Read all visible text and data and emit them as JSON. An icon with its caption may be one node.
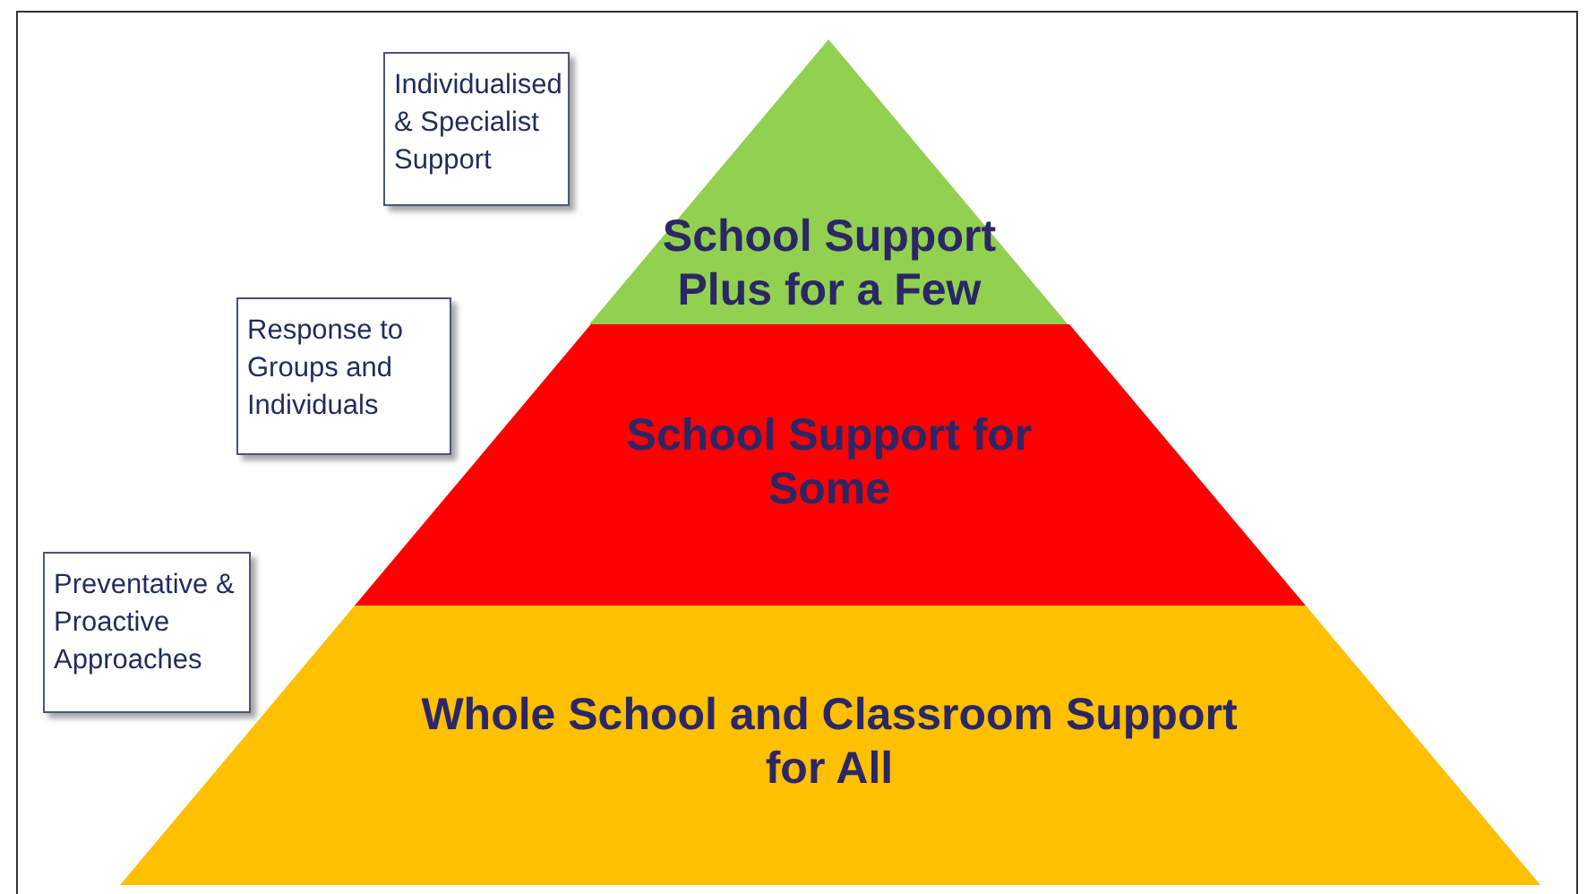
{
  "diagram": {
    "nodes": [
      {
        "text": [
          "Individualised & Specialist Support"
        ]
      },
      {
        "text": [
          "School Support Plus for a Few"
        ]
      },
      {
        "text": [
          "Response to Groups and Individuals"
        ]
      },
      {
        "text": [
          "School Support for Some"
        ]
      },
      {
        "text": [
          "Preventative & Proactive Approaches"
        ]
      },
      {
        "text": [
          "Whole School and Classroom Support for All"
        ]
      }
    ]
  }
}
